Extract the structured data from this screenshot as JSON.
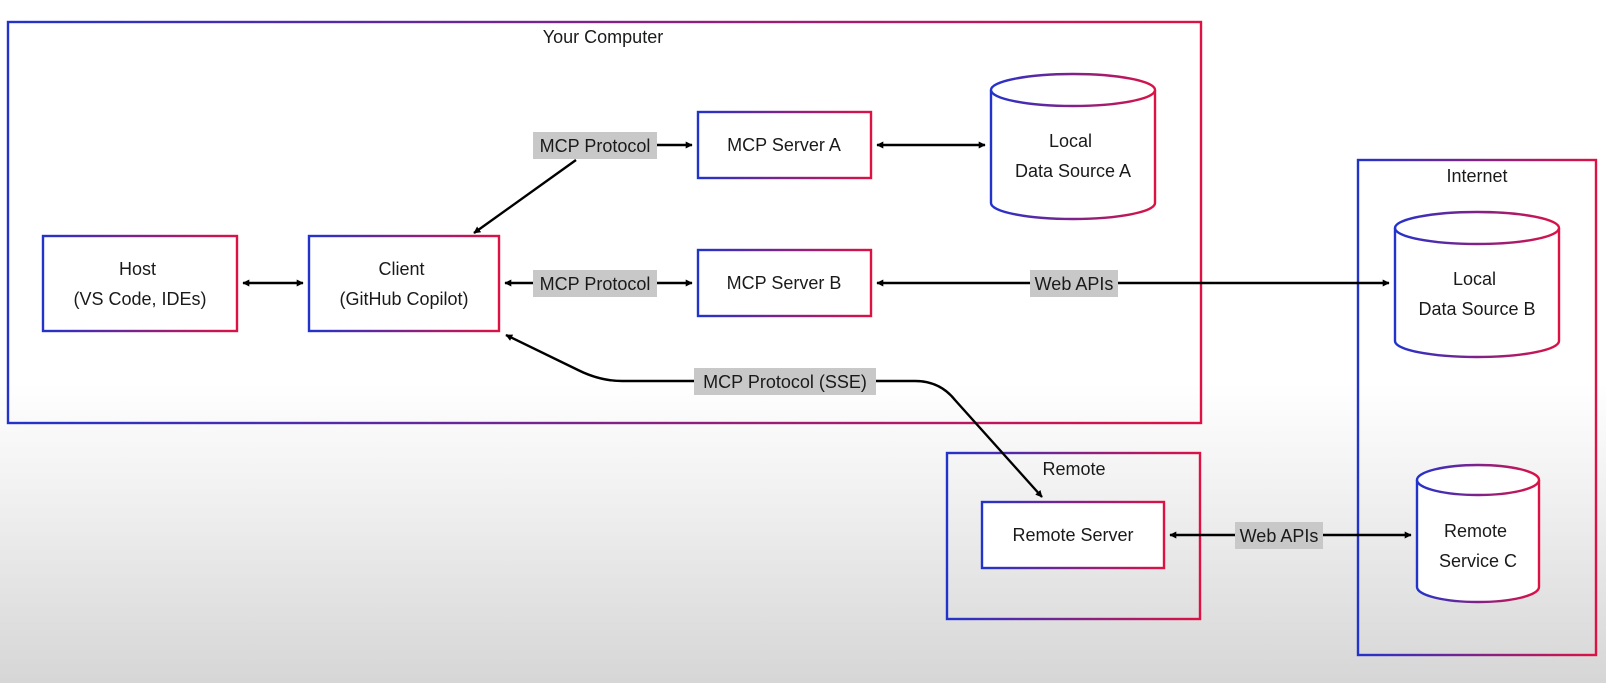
{
  "groups": {
    "your_computer": "Your Computer",
    "internet": "Internet",
    "remote": "Remote"
  },
  "nodes": {
    "host": [
      "Host",
      "(VS Code, IDEs)"
    ],
    "client": [
      "Client",
      "(GitHub Copilot)"
    ],
    "server_a": [
      "MCP Server A"
    ],
    "server_b": [
      "MCP Server B"
    ],
    "local_a": [
      "Local",
      "Data Source A"
    ],
    "local_b": [
      "Local",
      "Data Source B"
    ],
    "remote_server": [
      "Remote Server"
    ],
    "remote_service": [
      "Remote",
      "Service C"
    ]
  },
  "edges": {
    "mcp_a": "MCP Protocol",
    "mcp_b": "MCP Protocol",
    "web_b": "Web APIs",
    "sse": "MCP Protocol (SSE)",
    "web_remote": "Web APIs"
  },
  "colors": {
    "gradient_start": "#2233cc",
    "gradient_end": "#dd1144"
  }
}
